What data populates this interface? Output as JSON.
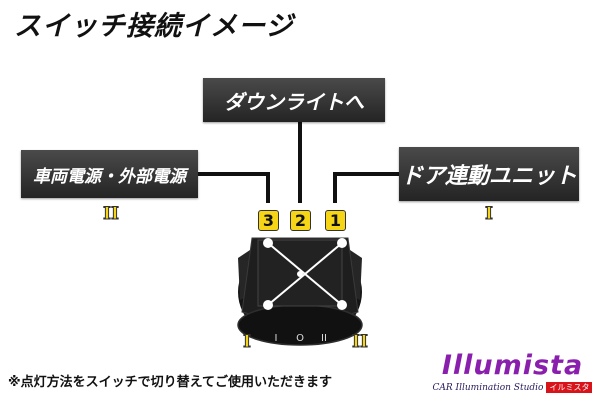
{
  "title": "スイッチ接続イメージ",
  "labels": {
    "top": "ダウンライトへ",
    "left": "車両電源・外部電源",
    "right": "ドア連動ユニット"
  },
  "roman": {
    "left_box": "II",
    "right_box": "I",
    "switch_left": "I",
    "switch_right": "II"
  },
  "pins": [
    "3",
    "2",
    "1"
  ],
  "switch_face": {
    "left": "I",
    "center": "O",
    "right": "II"
  },
  "footer": "※点灯方法をスイッチで切り替えてご使用いただきます",
  "logo": {
    "word": "Illumista",
    "sub": "CAR Illumination Studio",
    "kana": "イルミスタ"
  },
  "colors": {
    "label_box": "#333333",
    "marker_yellow": "#f5d516",
    "switch_body": "#1c1c1c",
    "logo_purple": "#8a1fae",
    "logo_red": "#d8141a"
  }
}
